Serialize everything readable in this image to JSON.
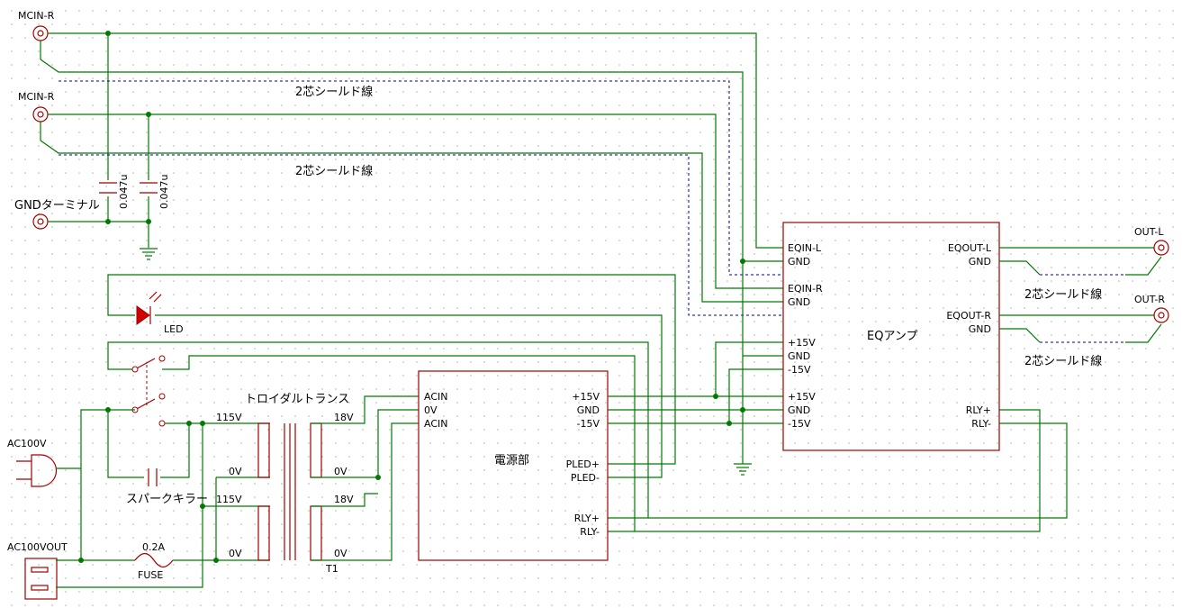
{
  "inputs": {
    "mcin1": "MCIN-R",
    "mcin2": "MCIN-R",
    "gnd_terminal": "GNDターミナル"
  },
  "shield_labels": [
    "2芯シールド線",
    "2芯シールド線",
    "2芯シールド線",
    "2芯シールド線"
  ],
  "capacitors": [
    "0.047u",
    "0.047u"
  ],
  "led": "LED",
  "transformer": {
    "title": "トロイダルトランス",
    "ref": "T1",
    "primary": [
      "115V",
      "0V",
      "115V",
      "0V"
    ],
    "secondary": [
      "18V",
      "0V",
      "18V",
      "0V"
    ]
  },
  "spark_killer": "スパークキラー",
  "fuse": {
    "value": "0.2A",
    "label": "FUSE"
  },
  "ac": {
    "in": "AC100V",
    "out": "AC100VOUT"
  },
  "power_unit": {
    "name": "電源部",
    "left_pins": [
      "ACIN",
      "0V",
      "ACIN"
    ],
    "right_pins": [
      "+15V",
      "GND",
      "-15V",
      "PLED+",
      "PLED-",
      "RLY+",
      "RLY-"
    ]
  },
  "eq_amp": {
    "name": "EQアンプ",
    "left_pins": [
      "EQIN-L",
      "GND",
      "EQIN-R",
      "GND",
      "+15V",
      "GND",
      "-15V",
      "+15V",
      "GND",
      "-15V"
    ],
    "right_pins": [
      "EQOUT-L",
      "GND",
      "EQOUT-R",
      "GND",
      "RLY+",
      "RLY-"
    ]
  },
  "outputs": {
    "left": "OUT-L",
    "right": "OUT-R"
  }
}
